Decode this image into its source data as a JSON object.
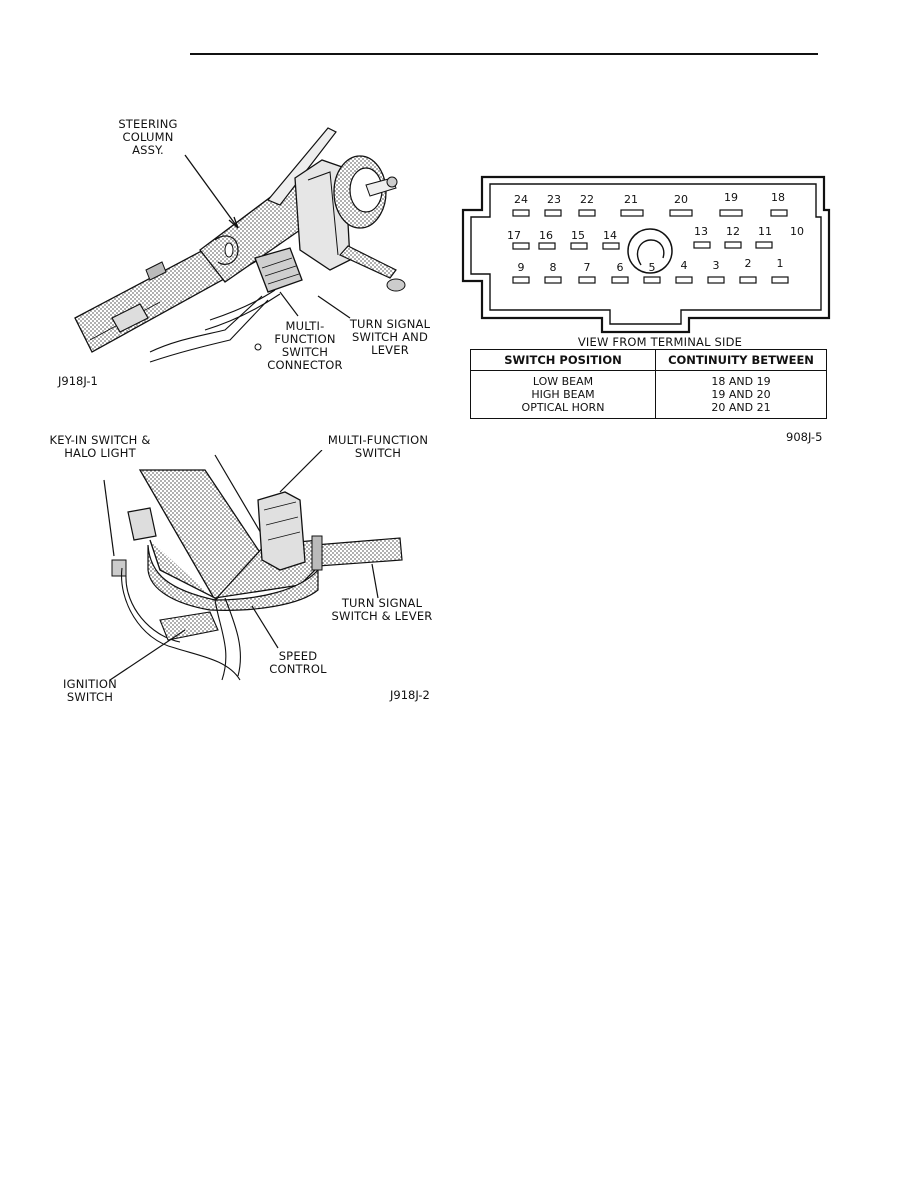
{
  "figure1": {
    "labels": {
      "steering_column": [
        "STEERING",
        "COLUMN",
        "ASSY."
      ],
      "multifunction_connector": [
        "MULTI-",
        "FUNCTION",
        "SWITCH",
        "CONNECTOR"
      ],
      "turn_signal_switch": [
        "TURN SIGNAL",
        "SWITCH AND",
        "LEVER"
      ]
    },
    "figure_id": "J918J-1"
  },
  "figure2": {
    "labels": {
      "key_in_switch": [
        "KEY-IN SWITCH &",
        "HALO LIGHT"
      ],
      "multifunction_switch": [
        "MULTI-FUNCTION",
        "SWITCH"
      ],
      "turn_signal_switch": [
        "TURN SIGNAL",
        "SWITCH & LEVER"
      ],
      "ignition_switch": [
        "IGNITION",
        "SWITCH"
      ],
      "speed_control": [
        "SPEED",
        "CONTROL"
      ]
    },
    "figure_id": "J918J-2"
  },
  "connector": {
    "pins": [
      "24",
      "23",
      "22",
      "21",
      "20",
      "19",
      "18",
      "17",
      "16",
      "15",
      "14",
      "13",
      "12",
      "11",
      "10",
      "9",
      "8",
      "7",
      "6",
      "5",
      "4",
      "3",
      "2",
      "1"
    ],
    "caption": "VIEW FROM TERMINAL SIDE",
    "table": {
      "headers": [
        "SWITCH POSITION",
        "CONTINUITY BETWEEN"
      ],
      "rows": [
        [
          "LOW BEAM",
          "18 AND 19"
        ],
        [
          "HIGH BEAM",
          "19 AND 20"
        ],
        [
          "OPTICAL HORN",
          "20 AND 21"
        ]
      ]
    },
    "figure_id": "908J-5"
  }
}
